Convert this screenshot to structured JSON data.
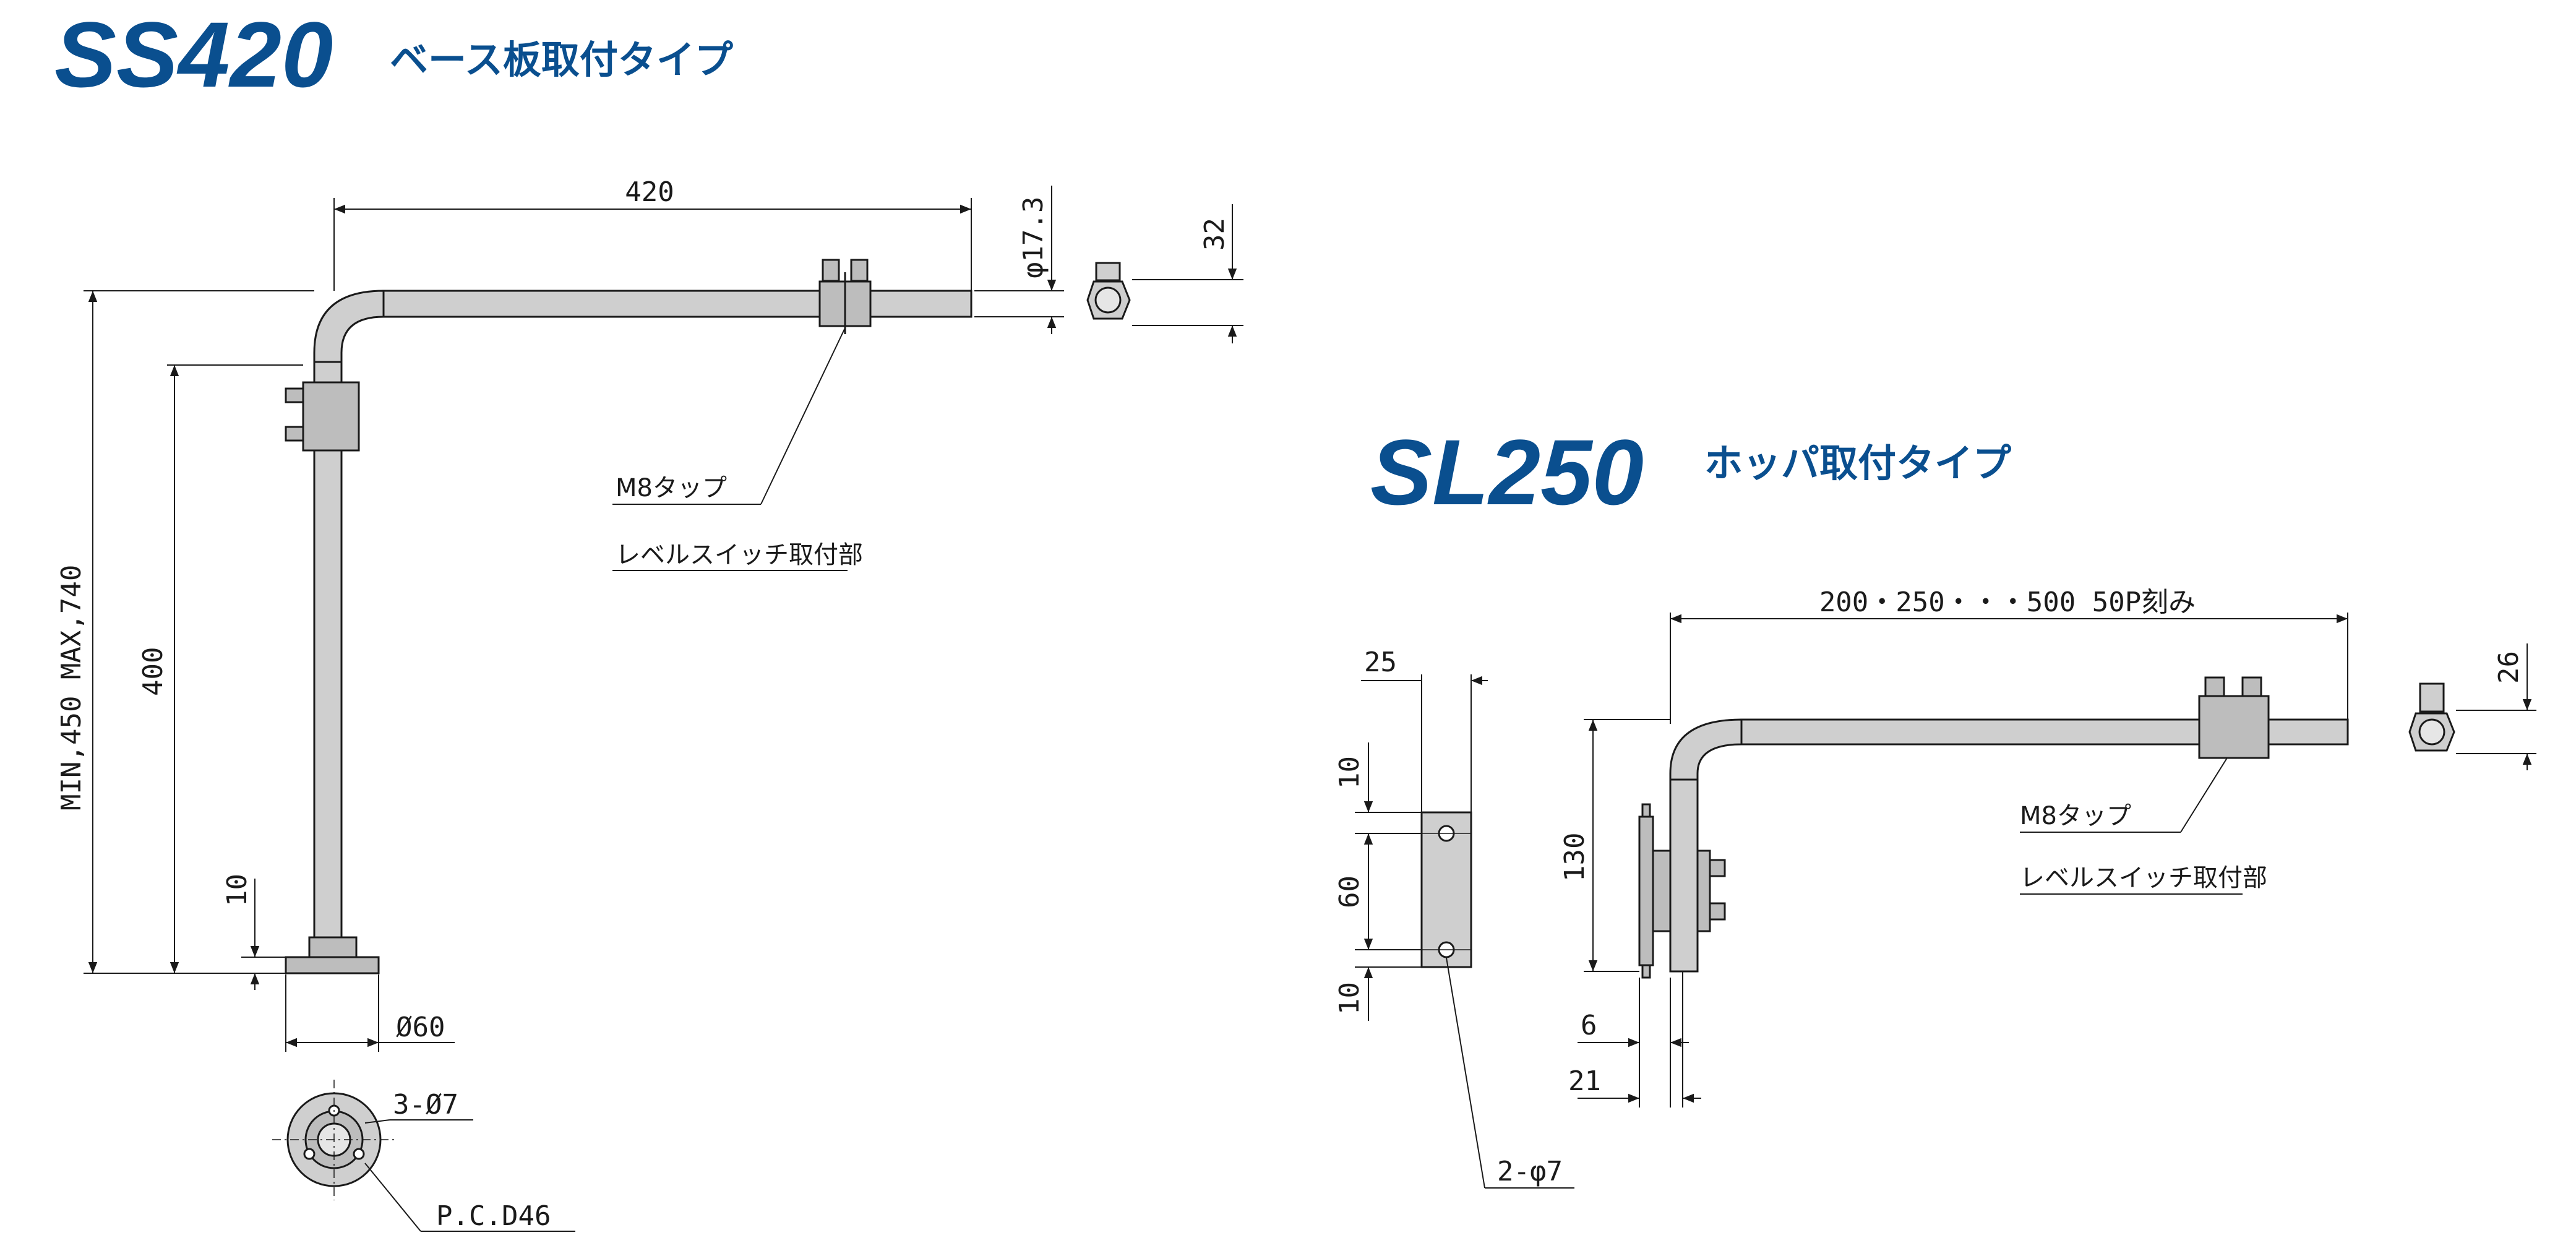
{
  "ss420": {
    "model": "SS420",
    "subtitle": "ベース板取付タイプ",
    "dims": {
      "length": "420",
      "pipe_dia": "φ17.3",
      "nut_size": "32",
      "total_height": "MIN,450  MAX,740",
      "height": "400",
      "base_thk": "10",
      "base_dia": "Ø60",
      "holes": "3-Ø7",
      "pcd": "P.C.D46"
    },
    "notes": {
      "tap": "M8タップ",
      "switch": "レベルスイッチ取付部"
    }
  },
  "sl250": {
    "model": "SL250",
    "subtitle": "ホッパ取付タイプ",
    "dims": {
      "length": "200・250・・・500  50P刻み",
      "nut_size": "26",
      "plate_w": "25",
      "top_margin": "10",
      "hole_pitch": "60",
      "bottom_margin": "10",
      "height": "130",
      "plate_thk": "6",
      "offset": "21",
      "holes": "2-φ7"
    },
    "notes": {
      "tap": "M8タップ",
      "switch": "レベルスイッチ取付部"
    }
  },
  "colors": {
    "title": "#0a4f8f",
    "line": "#1a1a1a",
    "metal": "#cfcfcf",
    "metal_dark": "#a9a9a9"
  }
}
